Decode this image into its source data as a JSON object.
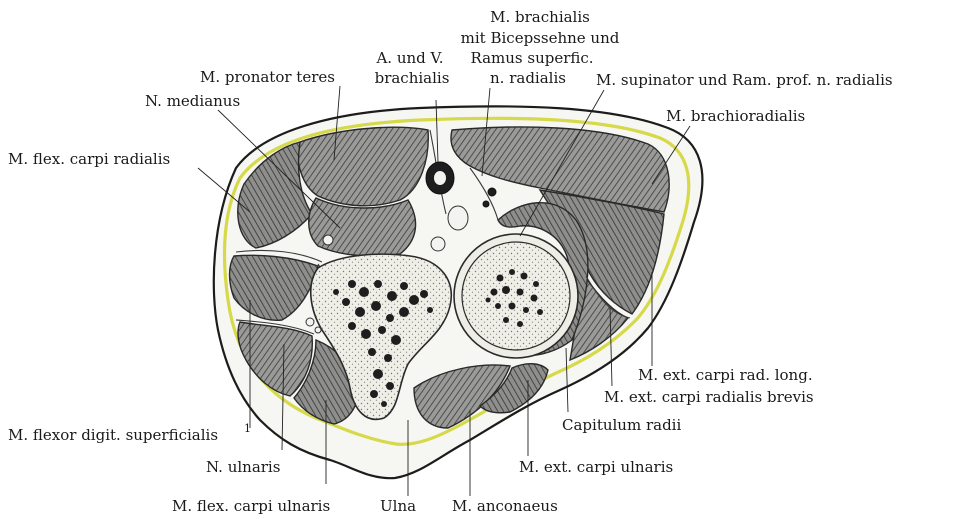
{
  "labels": {
    "brachialis_l1": "M. brachialis",
    "brachialis_l2": "mit Bicepssehne und",
    "brachialis_l3": "Ramus superfic.",
    "brachialis_l4": "n. radialis",
    "a_v_l1": "A. und V.",
    "a_v_l2": "brachialis",
    "pronator": "M. pronator teres",
    "supinator": "M. supinator und Ram. prof.  n. radialis",
    "medianus": "N. medianus",
    "brachioradialis": "M. brachioradialis",
    "flex_carpi_radialis": "M. flex. carpi radialis",
    "ext_carpi_rad_long": "M. ext. carpi rad. long.",
    "ext_carpi_rad_brevis": "M. ext. carpi radialis brevis",
    "flexor_digit": "M. flexor digit. superficialis",
    "flexor_digit_sup": "1",
    "capitulum": "Capitulum radii",
    "ulnaris_n": "N. ulnaris",
    "ext_carpi_ulnaris": "M. ext. carpi ulnaris",
    "flex_carpi_ulnaris": "M. flex. carpi  ulnaris",
    "ulna": "Ulna",
    "anconaeus": "M. anconaeus"
  },
  "colors": {
    "fascia": "#d6d94a",
    "muscle_hatch": "#3a3a3a",
    "bone_marrow": "#1e1e1e"
  }
}
